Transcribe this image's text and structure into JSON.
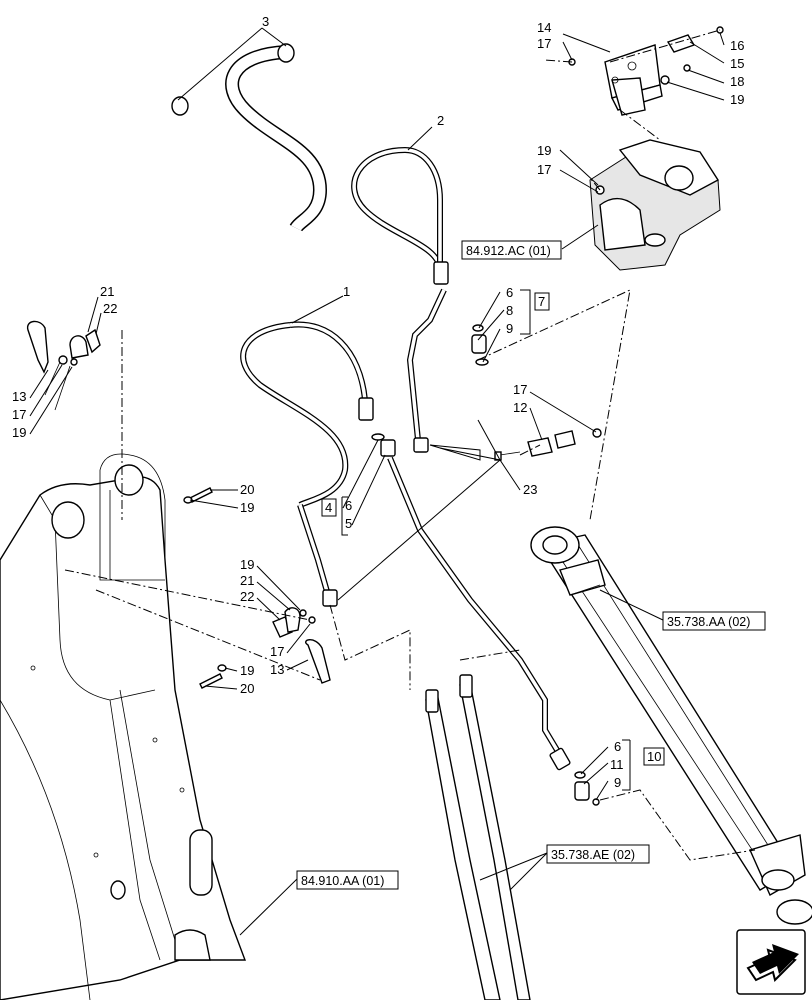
{
  "callouts": {
    "c1": "1",
    "c2": "2",
    "c3": "3",
    "c4": "4",
    "c5": "5",
    "c6a": "6",
    "c6b": "6",
    "c6c": "6",
    "c7": "7",
    "c8": "8",
    "c9a": "9",
    "c9b": "9",
    "c10": "10",
    "c11": "11",
    "c12": "12",
    "c13a": "13",
    "c13b": "13",
    "c14": "14",
    "c15": "15",
    "c16": "16",
    "c17a": "17",
    "c17b": "17",
    "c17c": "17",
    "c17d": "17",
    "c17e": "17",
    "c18": "18",
    "c19a": "19",
    "c19b": "19",
    "c19c": "19",
    "c19d": "19",
    "c19e": "19",
    "c20a": "20",
    "c20b": "20",
    "c21a": "21",
    "c21b": "21",
    "c22a": "22",
    "c22b": "22",
    "c23": "23"
  },
  "references": {
    "ref_84_912": "84.912.AC (01)",
    "ref_35_738_aa": "35.738.AA (02)",
    "ref_35_738_ae": "35.738.AE (02)",
    "ref_84_910": "84.910.AA (01)"
  },
  "nav_icon": "next-page-arrow-icon"
}
